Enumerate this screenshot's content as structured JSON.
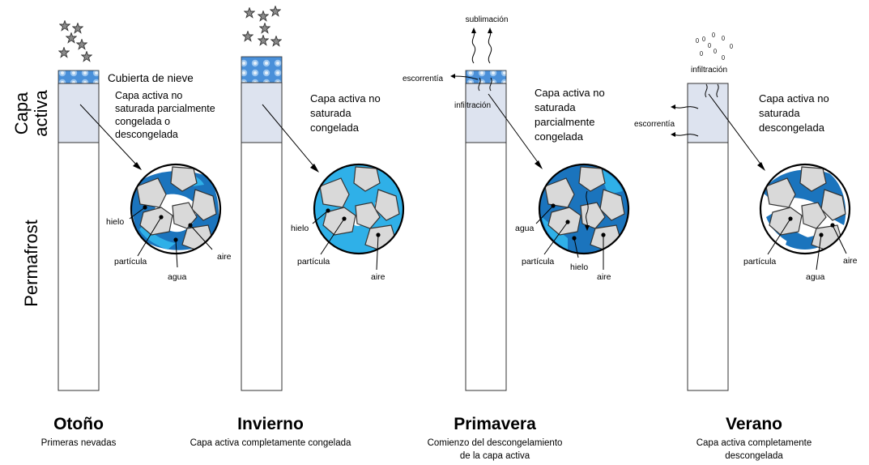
{
  "axis": {
    "active_layer": [
      "Capa",
      "activa"
    ],
    "permafrost": "Permafrost"
  },
  "colors": {
    "active_layer_fill": "#dde3ef",
    "snow_blue": "#4a90d9",
    "water_dark": "#1b74bd",
    "ice_light": "#2fb0e8",
    "particle_gray": "#d9d9d9"
  },
  "labels": {
    "ice": "hielo",
    "particle": "partícula",
    "water": "agua",
    "air": "aire",
    "sublimation": "sublimación",
    "runoff": "escorrentía",
    "infiltration": "infiltración"
  },
  "seasons": [
    {
      "name": "Otoño",
      "subtitle": [
        "Primeras nevadas"
      ],
      "annotation_top": "Cubierta de nieve",
      "annotation": [
        "Capa activa no",
        "saturada parcialmente",
        "congelada o",
        "descongelada"
      ]
    },
    {
      "name": "Invierno",
      "subtitle": [
        "Capa activa completamente congelada"
      ],
      "annotation": [
        "Capa activa no",
        "saturada",
        "congelada"
      ]
    },
    {
      "name": "Primavera",
      "subtitle": [
        "Comienzo del descongelamiento",
        "de la capa activa"
      ],
      "annotation": [
        "Capa activa no",
        "saturada",
        "parcialmente",
        "congelada"
      ]
    },
    {
      "name": "Verano",
      "subtitle": [
        "Capa activa completamente",
        "descongelada"
      ],
      "annotation": [
        "Capa activa no",
        "saturada",
        "descongelada"
      ]
    }
  ]
}
